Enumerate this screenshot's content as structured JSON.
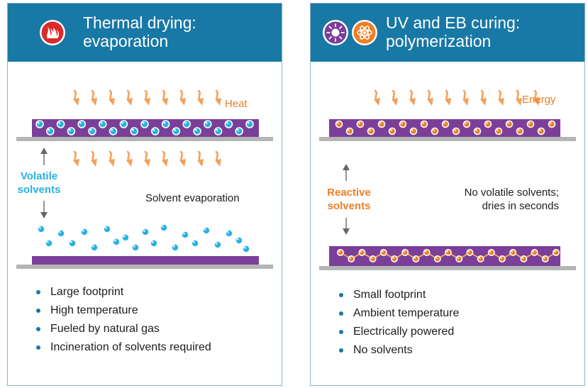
{
  "left": {
    "title_line1": "Thermal drying:",
    "title_line2": "evaporation",
    "icon": "flame-icon",
    "energy_label": "Heat",
    "solvent_label_line1": "Volatile",
    "solvent_label_line2": "solvents",
    "process_label": "Solvent evaporation",
    "bullets": [
      "Large footprint",
      "High temperature",
      "Fueled by natural gas",
      "Incineration of solvents required"
    ]
  },
  "right": {
    "title_line1": "UV and EB curing:",
    "title_line2": "polymerization",
    "icons": [
      "sun-icon",
      "atom-icon"
    ],
    "energy_label": "Energy",
    "solvent_label_line1": "Reactive",
    "solvent_label_line2": "solvents",
    "process_label_line1": "No volatile solvents;",
    "process_label_line2": "dries in seconds",
    "bullets": [
      "Small footprint",
      "Ambient temperature",
      "Electrically powered",
      "No solvents"
    ]
  },
  "colors": {
    "header": "#1878a6",
    "film": "#7a3f98",
    "substrate": "#b5b5b5",
    "volatile_solvent": "#27b2e1",
    "reactive_solvent": "#f07e26",
    "heat_arrow": "#f5a05a"
  }
}
